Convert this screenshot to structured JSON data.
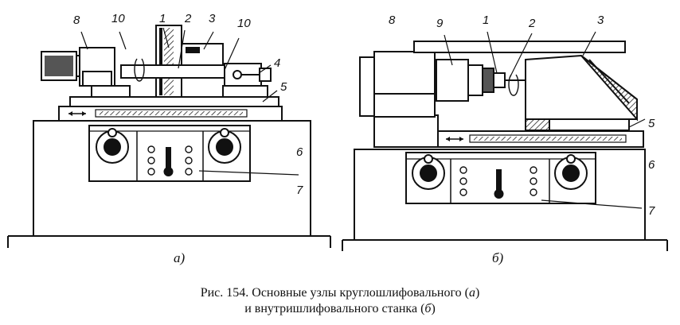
{
  "figure": {
    "left_machine": {
      "sublabel": "а)",
      "callouts": [
        "8",
        "10",
        "1",
        "2",
        "3",
        "10",
        "4",
        "5",
        "6",
        "7"
      ]
    },
    "right_machine": {
      "sublabel": "б)",
      "callouts": [
        "8",
        "9",
        "1",
        "2",
        "3",
        "5",
        "6",
        "7"
      ]
    },
    "caption": {
      "line1_main": "Рис. 154. Основные узлы круглошлифовального (",
      "line1_mark": "а",
      "line1_end": ")",
      "line2_main": "и внутришлифовального станка (",
      "line2_mark": "б",
      "line2_end": ")"
    }
  }
}
